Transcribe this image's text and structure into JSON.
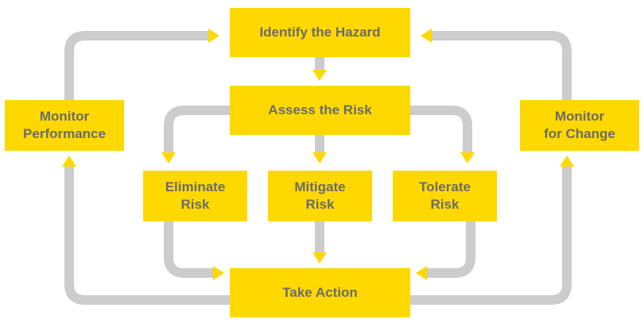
{
  "colors": {
    "box_fill": "#ffd800",
    "box_text": "#6b6b6b",
    "connector": "#cccccc",
    "arrowhead": "#ffd800"
  },
  "nodes": {
    "identify": "Identify the Hazard",
    "assess": "Assess the Risk",
    "eliminate": "Eliminate\nRisk",
    "mitigate": "Mitigate\nRisk",
    "tolerate": "Tolerate\nRisk",
    "take_action": "Take Action",
    "monitor_performance": "Monitor\nPerformance",
    "monitor_change": "Monitor\nfor Change"
  },
  "edges": [
    {
      "from": "identify",
      "to": "assess"
    },
    {
      "from": "assess",
      "to": "eliminate"
    },
    {
      "from": "assess",
      "to": "mitigate"
    },
    {
      "from": "assess",
      "to": "tolerate"
    },
    {
      "from": "eliminate",
      "to": "take_action"
    },
    {
      "from": "mitigate",
      "to": "take_action"
    },
    {
      "from": "tolerate",
      "to": "take_action"
    },
    {
      "from": "take_action",
      "to": "monitor_performance"
    },
    {
      "from": "take_action",
      "to": "monitor_change"
    },
    {
      "from": "monitor_performance",
      "to": "identify"
    },
    {
      "from": "monitor_change",
      "to": "identify"
    }
  ]
}
